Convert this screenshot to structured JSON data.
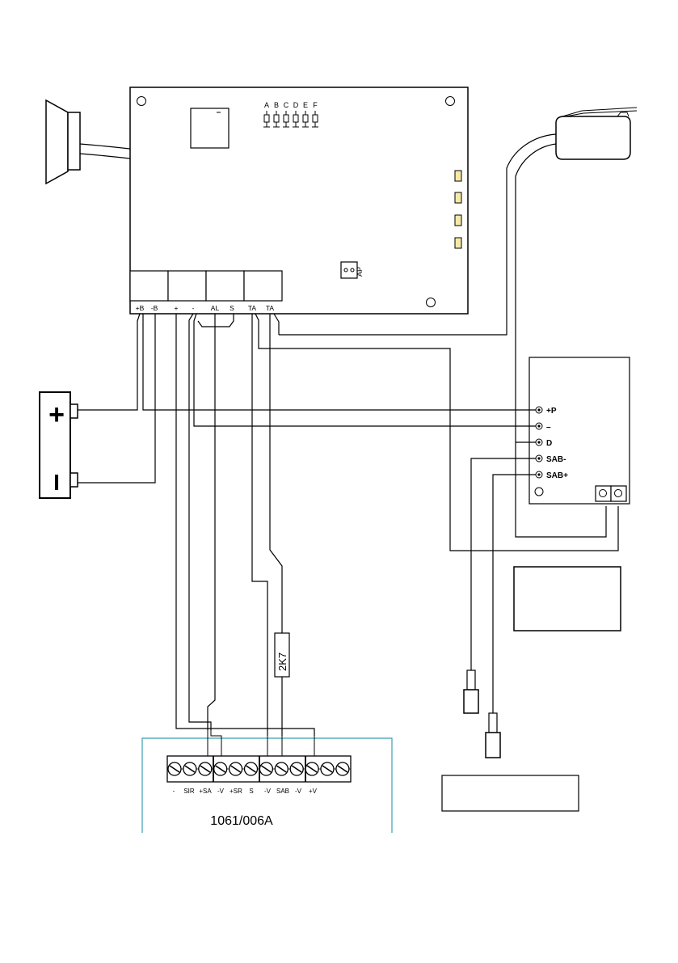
{
  "board": {
    "dip_letters": [
      "A",
      "B",
      "C",
      "D",
      "E",
      "F"
    ],
    "connector_label": "AP",
    "terminal_labels": [
      "+B",
      "-B",
      "+",
      "-",
      "AL",
      "S",
      "TA",
      "TA"
    ]
  },
  "battery": {
    "plus": "+",
    "minus": "I"
  },
  "detector": {
    "terminals": [
      "+P",
      "–",
      "D",
      "SAB-",
      "SAB+"
    ]
  },
  "resistor": {
    "label": "2K7"
  },
  "siren_module": {
    "terminal_labels": [
      "-",
      "SIR",
      "+SA",
      "-V",
      "+SR",
      "S",
      "-V",
      "SAB",
      "-V",
      "+V"
    ],
    "model": "1061/006A"
  },
  "colors": {
    "line": "#000000",
    "led": "#f5e9a8",
    "module_frame": "#3aa0b5"
  },
  "icons": [
    "speaker-icon",
    "tamper-switch-icon",
    "battery-icon",
    "connector-plug-icon",
    "screw-terminal-icon"
  ]
}
